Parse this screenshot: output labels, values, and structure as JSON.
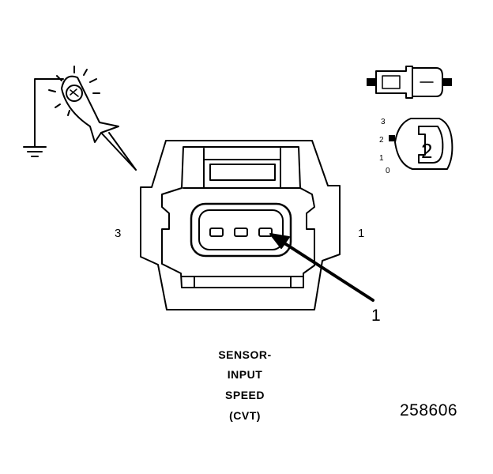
{
  "diagram": {
    "caption_lines": [
      "SENSOR-",
      "INPUT",
      "SPEED",
      "(CVT)"
    ],
    "figure_number": "258606",
    "connector_side_labels": {
      "left": "3",
      "right": "1"
    },
    "callouts": {
      "terminal_arrow": "1",
      "lock_tab": "2"
    },
    "lock_positions": [
      "3",
      "2",
      "1",
      "0"
    ]
  }
}
